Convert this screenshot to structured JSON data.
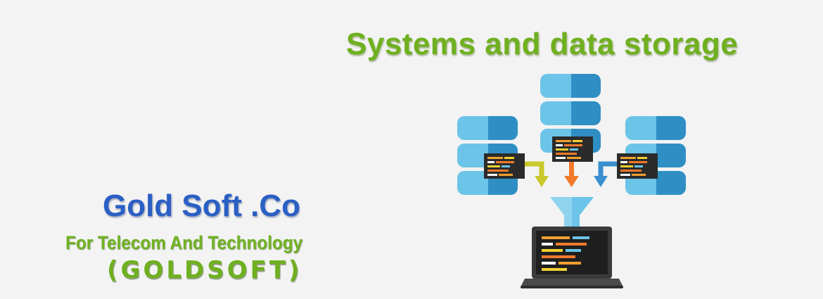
{
  "headline": "Systems and data storage",
  "company": {
    "name": "Gold Soft .Co",
    "tagline": "For Telecom And Technology",
    "brand": "(GOLDSOFT)"
  },
  "illustration": {
    "icons": [
      "database-icon",
      "funnel-icon",
      "laptop-icon",
      "arrow-icon"
    ],
    "colors": {
      "db_light": "#6cc4e8",
      "db_dark": "#2f8fc4",
      "screen": "#2b2b2b",
      "arrow_yellow": "#c9c92a",
      "arrow_orange": "#f07a2a",
      "arrow_blue": "#3a8fd0",
      "headline_green": "#6fb01f",
      "company_blue": "#2a5fc4"
    }
  }
}
